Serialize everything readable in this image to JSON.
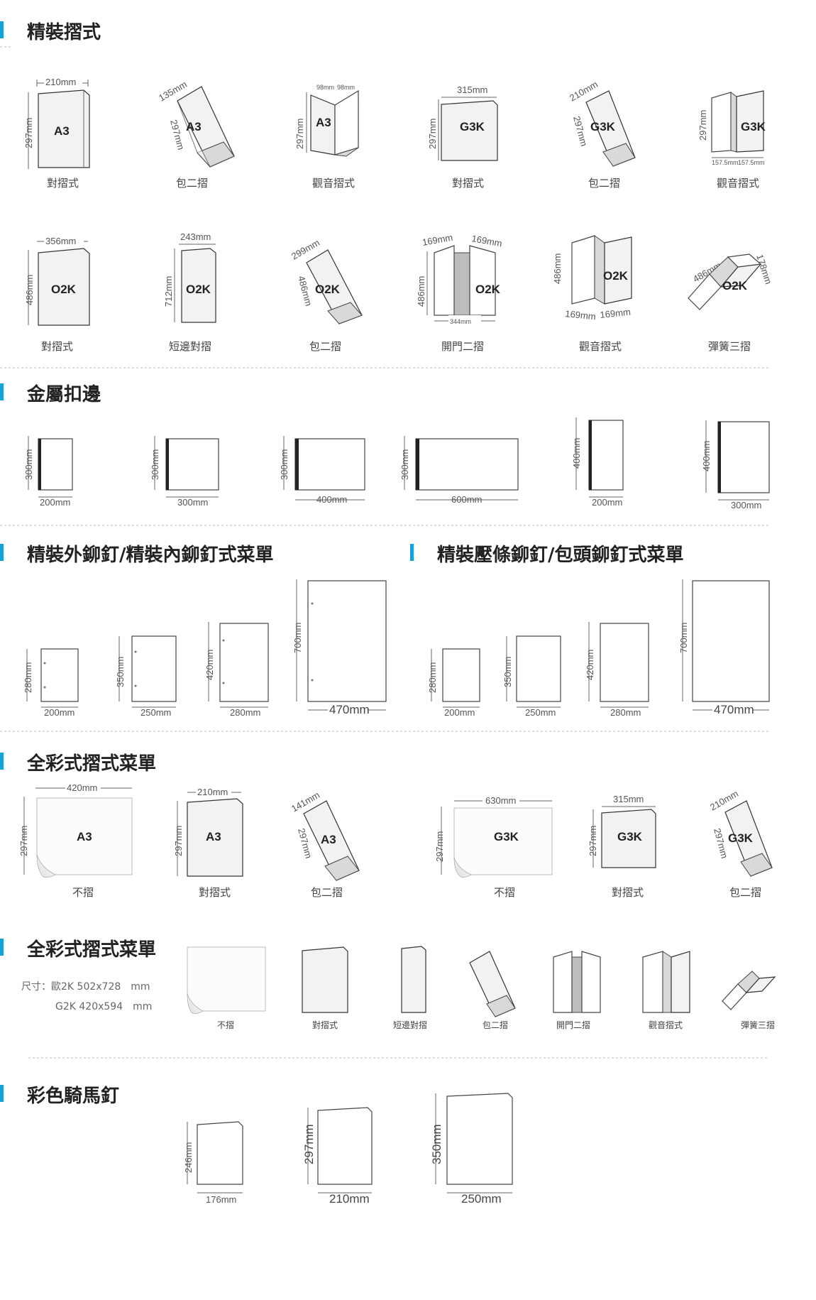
{
  "colors": {
    "accent": "#1aa0d8",
    "text": "#222222",
    "paper": "#f2f2f2"
  },
  "s1": {
    "title": "精裝摺式",
    "c1": "對摺式",
    "c2": "包二摺",
    "c3": "觀音摺式",
    "c4": "對摺式",
    "c5": "包二摺",
    "c6": "觀音摺式",
    "c7": "對摺式",
    "c8": "短邊對摺",
    "c9": "包二摺",
    "c10": "開門二摺",
    "c11": "觀音摺式",
    "c12": "彈簧三摺",
    "f_a3": "A3",
    "f_g3k": "G3K",
    "f_o2k": "O2K",
    "d210": "210mm",
    "d297": "297mm",
    "d135": "135mm",
    "d98": "98mm",
    "d315": "315mm",
    "d157": "157.5mm",
    "d356": "356mm",
    "d486": "486mm",
    "d243": "243mm",
    "d712": "712mm",
    "d299": "299mm",
    "d169": "169mm",
    "d344": "344mm",
    "d178": "178mm"
  },
  "s2": {
    "title": "金屬扣邊",
    "d300": "300mm",
    "d400": "400mm",
    "d200": "200mm",
    "d600": "600mm"
  },
  "s3": {
    "title_left": "精裝外鉚釘/精裝內鉚釘式菜單",
    "title_right": "精裝壓條鉚釘/包頭鉚釘式菜單",
    "d280": "280mm",
    "d350": "350mm",
    "d420": "420mm",
    "d700": "700mm",
    "d200": "200mm",
    "d250": "250mm",
    "d470": "470mm"
  },
  "s4": {
    "title": "全彩式摺式菜單",
    "c_none": "不摺",
    "c_half": "對摺式",
    "c_wrap": "包二摺",
    "d420": "420mm",
    "d297": "297mm",
    "d210": "210mm",
    "d141": "141mm",
    "d630": "630mm",
    "d315": "315mm",
    "f_a3": "A3",
    "f_g3k": "G3K"
  },
  "s5": {
    "title": "全彩式摺式菜單",
    "size_label": "尺寸：歐2K 502x728　mm",
    "size_label2": "G2K 420x594　mm",
    "captions": [
      "不摺",
      "對摺式",
      "短邊對摺",
      "包二摺",
      "開門二摺",
      "觀音摺式",
      "彈簧三摺"
    ]
  },
  "s6": {
    "title": "彩色騎馬釘",
    "d246": "246mm",
    "d176": "176mm",
    "d297": "297mm",
    "d210": "210mm",
    "d350": "350mm",
    "d250": "250mm"
  }
}
